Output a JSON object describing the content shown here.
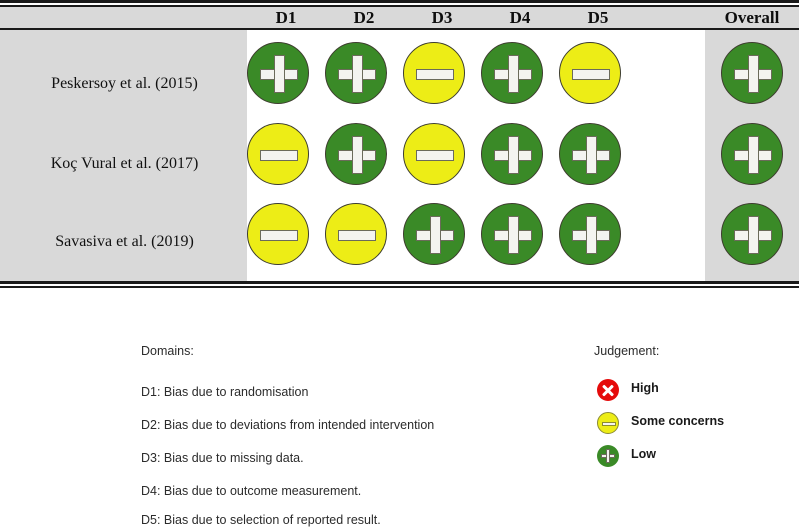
{
  "table": {
    "row_header_column_label": "",
    "columns": [
      "D1",
      "D2",
      "D3",
      "D4",
      "D5",
      "Overall"
    ],
    "rows": [
      {
        "study": "Peskersoy et al. (2015)",
        "judgements": [
          "low",
          "low",
          "some",
          "low",
          "some"
        ],
        "overall": "low"
      },
      {
        "study": "Koç Vural et al. (2017)",
        "judgements": [
          "some",
          "low",
          "some",
          "low",
          "low"
        ],
        "overall": "low"
      },
      {
        "study": "Savasiva et al. (2019)",
        "judgements": [
          "some",
          "some",
          "low",
          "low",
          "low"
        ],
        "overall": "low"
      }
    ]
  },
  "legend": {
    "domains_title": "Domains:",
    "domains": [
      "D1: Bias due to randomisation",
      "D2: Bias due to deviations from intended intervention",
      "D3: Bias due to missing data.",
      "D4: Bias due to outcome measurement.",
      "D5: Bias due to selection of reported result."
    ],
    "judgement_title": "Judgement:",
    "judgements": [
      {
        "key": "high",
        "label": "High",
        "icon": "cross-icon",
        "color": "#e50b0b"
      },
      {
        "key": "some",
        "label": "Some concerns",
        "icon": "minus-icon",
        "color": "#eded16"
      },
      {
        "key": "low",
        "label": "Low",
        "icon": "plus-icon",
        "color": "#3a8a27"
      }
    ]
  },
  "colors": {
    "low": "#3a8a27",
    "some_concerns": "#eded16",
    "high": "#e50b0b",
    "header_background": "#d9d9d9",
    "row_label_background": "#d9d9d9",
    "body_background": "#ffffff",
    "border": "#1a1a1a"
  },
  "chart_data": {
    "type": "table",
    "title": "",
    "categories": [
      "D1",
      "D2",
      "D3",
      "D4",
      "D5",
      "Overall"
    ],
    "rows": [
      {
        "label": "Peskersoy et al. (2015)",
        "values": [
          "Low",
          "Low",
          "Some concerns",
          "Low",
          "Some concerns",
          "Low"
        ]
      },
      {
        "label": "Koç Vural et al. (2017)",
        "values": [
          "Some concerns",
          "Low",
          "Some concerns",
          "Low",
          "Low",
          "Low"
        ]
      },
      {
        "label": "Savasiva et al. (2019)",
        "values": [
          "Some concerns",
          "Some concerns",
          "Low",
          "Low",
          "Low",
          "Low"
        ]
      }
    ],
    "legend": [
      "High",
      "Some concerns",
      "Low"
    ]
  }
}
